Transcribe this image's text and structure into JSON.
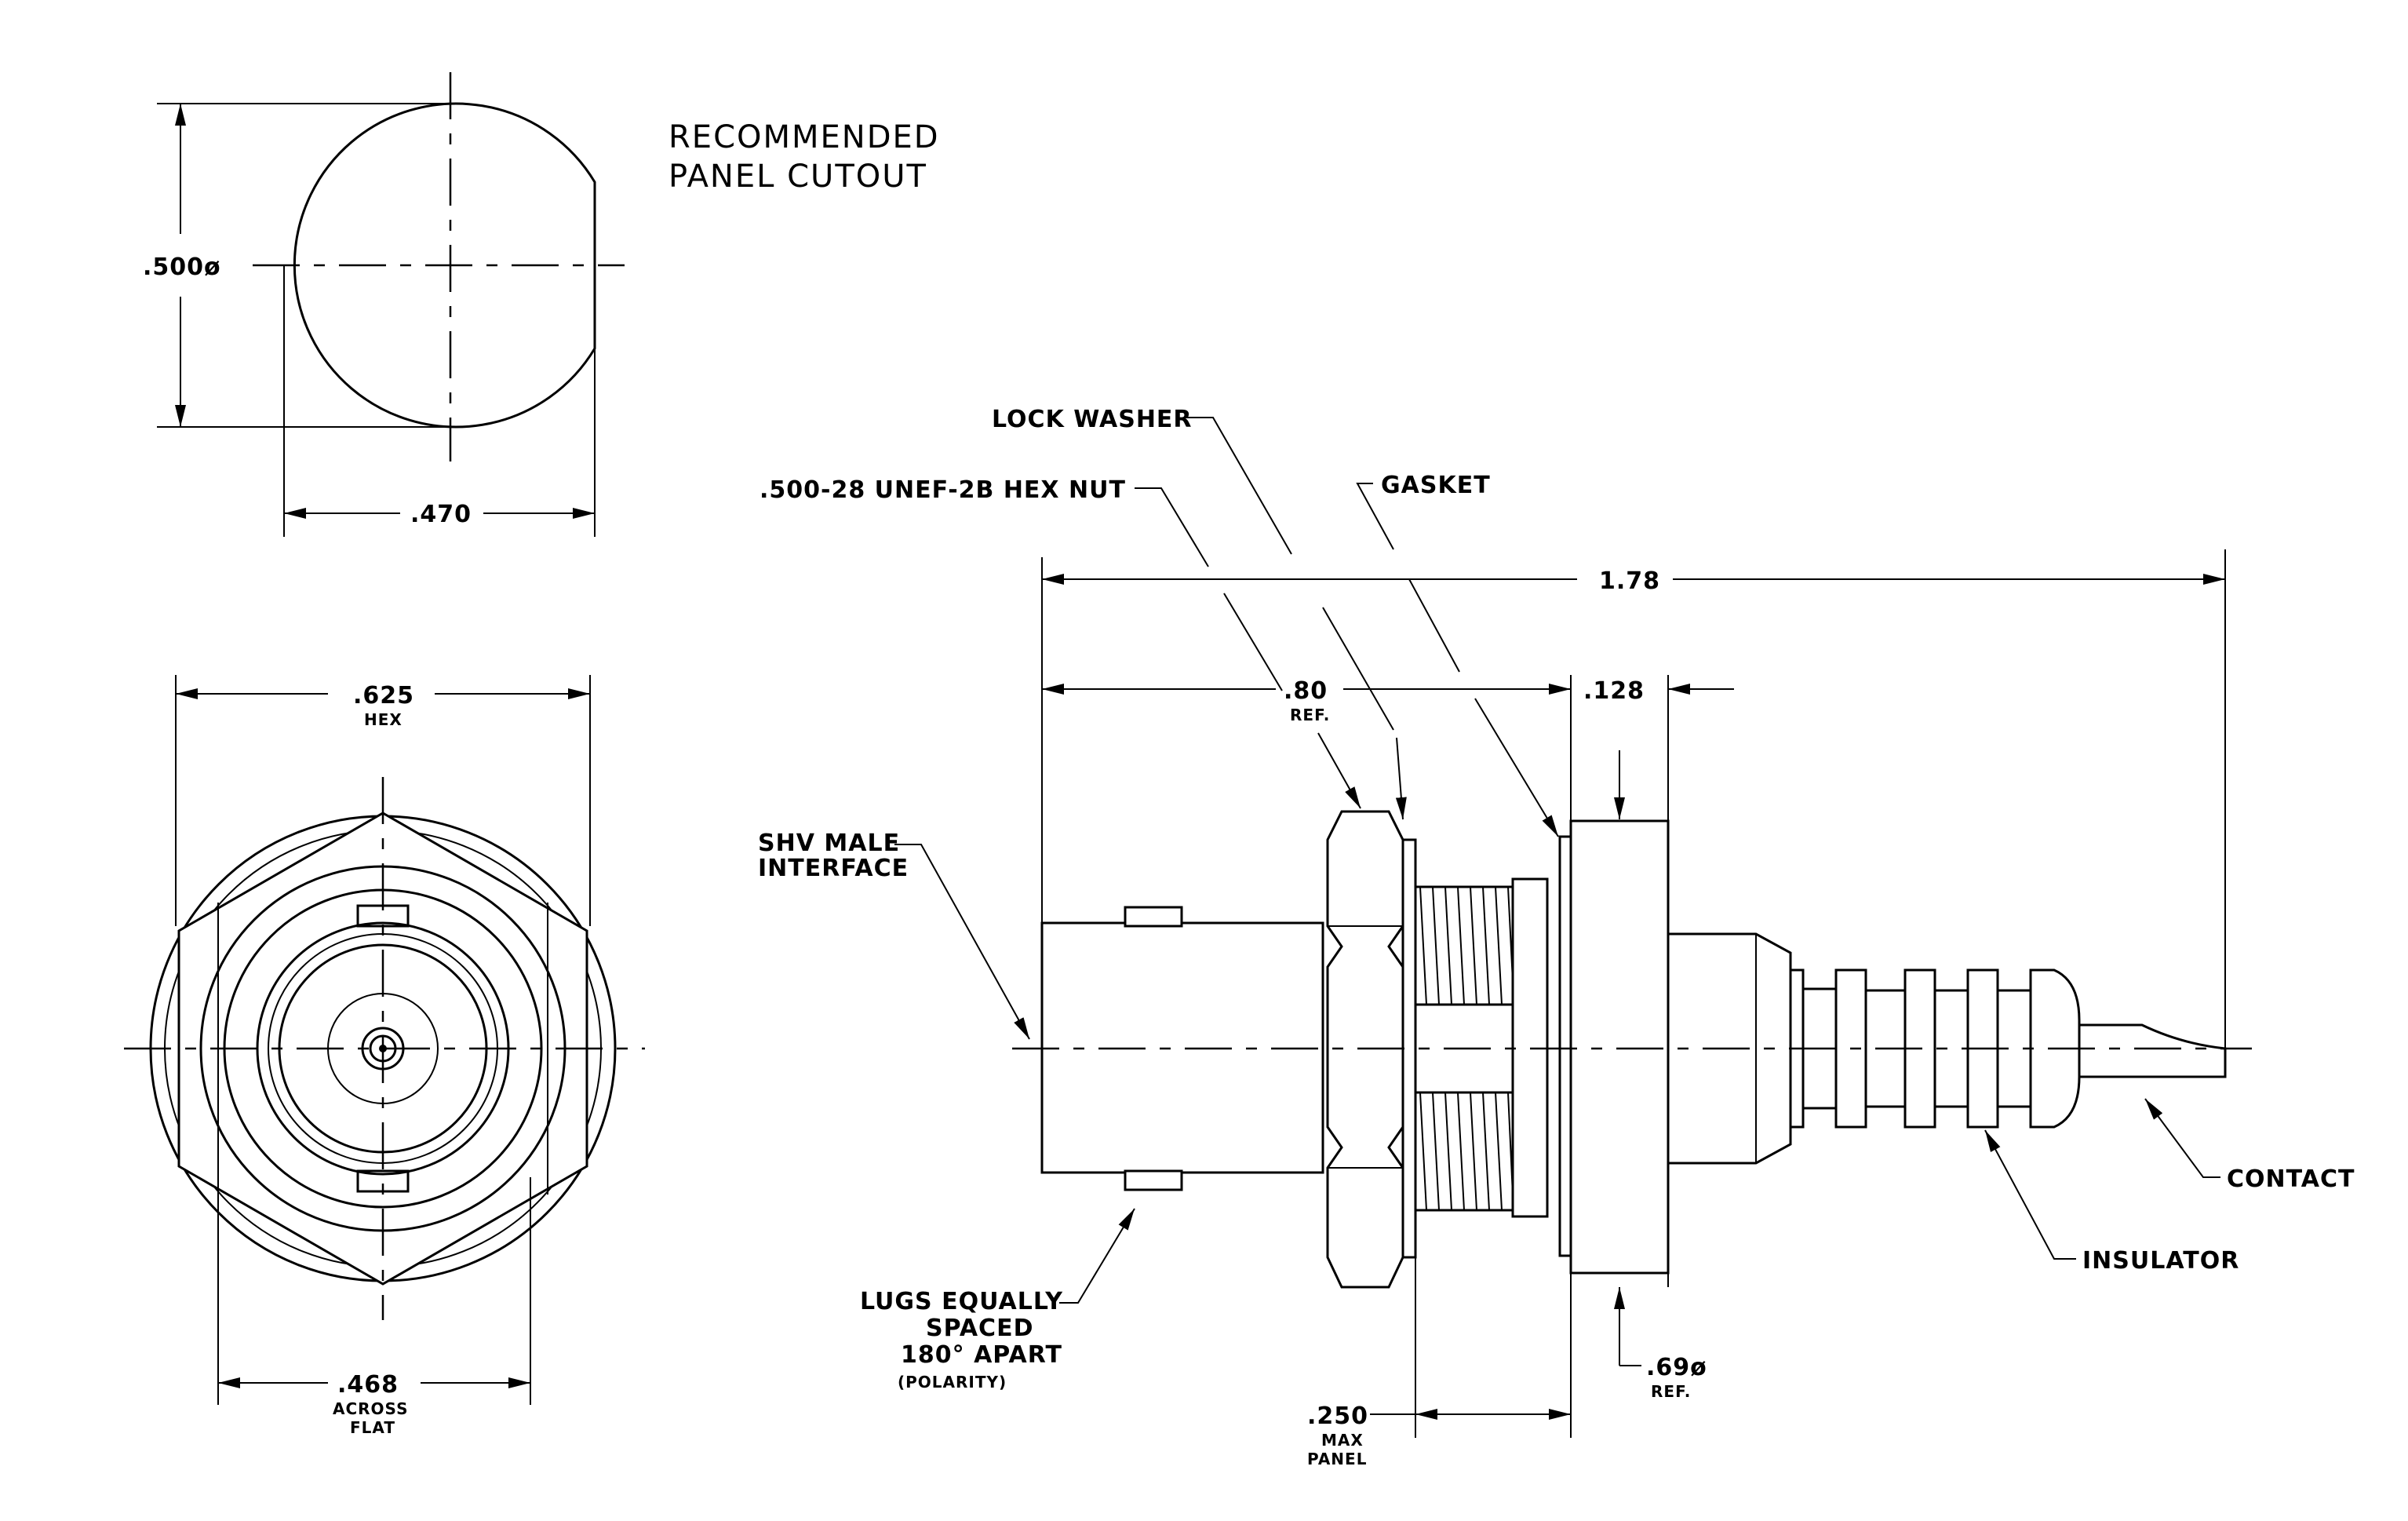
{
  "title": {
    "line1": "RECOMMENDED",
    "line2": "PANEL CUTOUT"
  },
  "dims": {
    "cutout_dia": ".500ø",
    "cutout_flat": ".470",
    "hex": ".625",
    "hex_sub": "HEX",
    "across_flat": ".468",
    "across_flat_sub1": "ACROSS",
    "across_flat_sub2": "FLAT",
    "overall_length": "1.78",
    "ref_length": ".80",
    "ref_length_sub": "REF.",
    "flange_thk": ".128",
    "max_panel": ".250",
    "max_panel_sub1": "MAX",
    "max_panel_sub2": "PANEL",
    "flange_dia": ".69ø",
    "flange_dia_sub": "REF."
  },
  "callouts": {
    "lock_washer": "LOCK WASHER",
    "hex_nut": ".500-28 UNEF-2B HEX NUT",
    "gasket": "GASKET",
    "shv_line1": "SHV MALE",
    "shv_line2": "INTERFACE",
    "lugs_line1": "LUGS EQUALLY",
    "lugs_line2": "SPACED",
    "lugs_line3": "180° APART",
    "lugs_line4": "(POLARITY)",
    "contact": "CONTACT",
    "insulator": "INSULATOR"
  }
}
